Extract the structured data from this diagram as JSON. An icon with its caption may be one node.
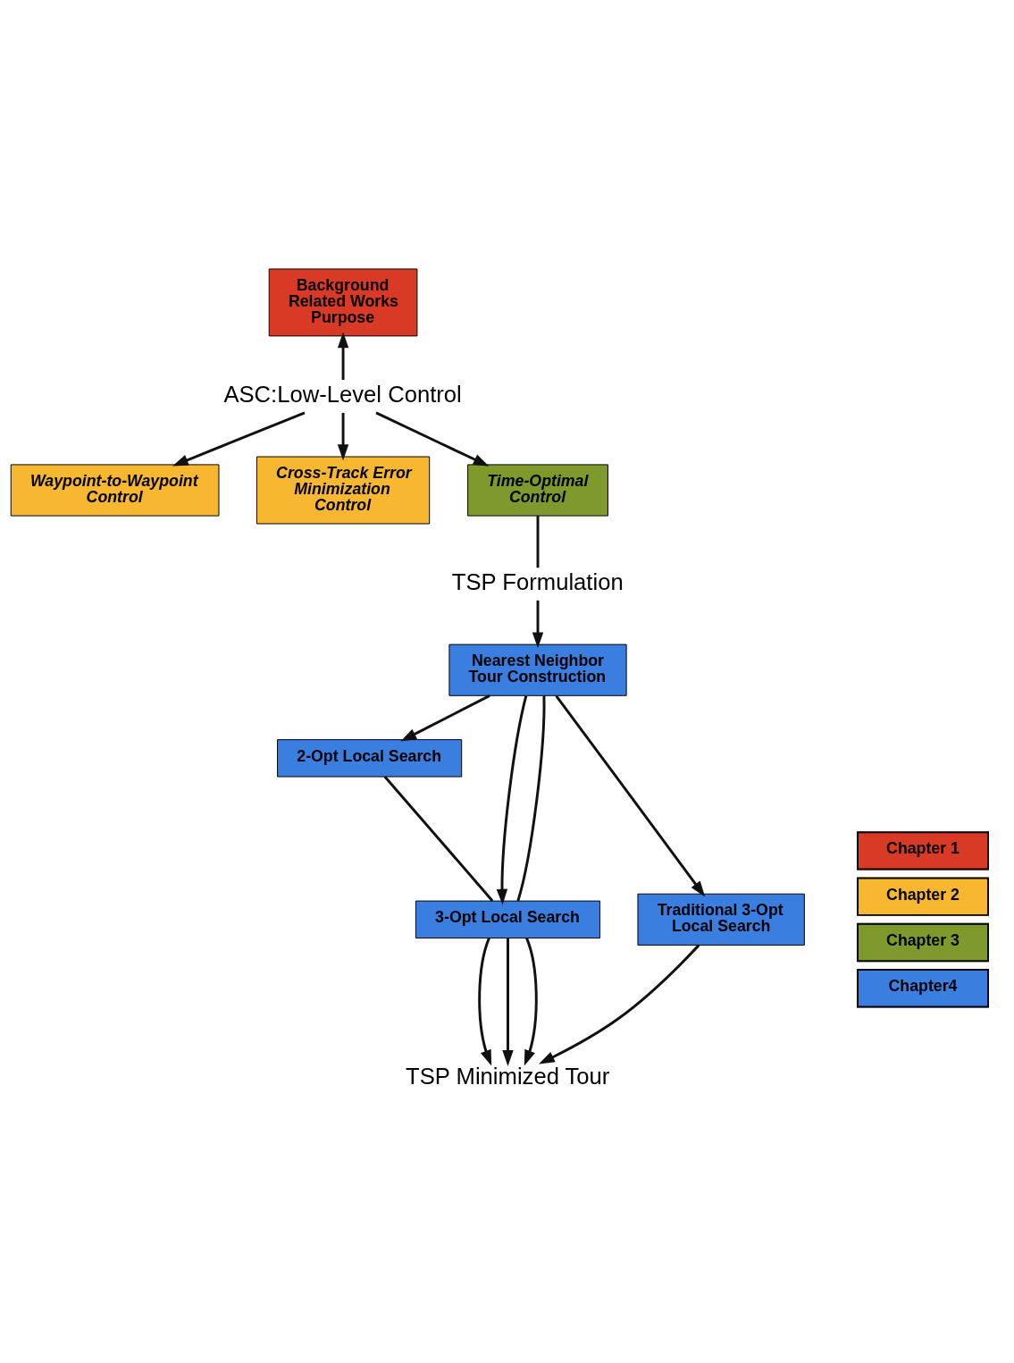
{
  "diagram": {
    "nodes": [
      {
        "text": [
          "Background",
          "Related Works",
          "Purpose"
        ]
      },
      {
        "text": [
          "ASC:Low-Level Control"
        ]
      },
      {
        "text": [
          "Waypoint-to-Waypoint Control"
        ]
      },
      {
        "text": [
          "Cross-Track Error Minimization Control"
        ]
      },
      {
        "text": [
          "Time-Optimal Control"
        ]
      },
      {
        "text": [
          "TSP Formulation"
        ]
      },
      {
        "text": [
          "Nearest Neighbor Tour Construction"
        ]
      },
      {
        "text": [
          "2-Opt Local Search"
        ]
      },
      {
        "text": [
          "3-Opt Local Search"
        ]
      },
      {
        "text": [
          "Traditional 3-Opt Local Search"
        ]
      },
      {
        "text": [
          "TSP Minimized Tour"
        ]
      }
    ],
    "edges": [
      {
        "from": 1,
        "to": 0,
        "arrow": "to"
      },
      {
        "from": 1,
        "to": 2,
        "arrow": "to"
      },
      {
        "from": 1,
        "to": 3,
        "arrow": "to"
      },
      {
        "from": 1,
        "to": 4,
        "arrow": "to"
      },
      {
        "from": 4,
        "to": 5,
        "arrow": "none"
      },
      {
        "from": 5,
        "to": 6,
        "arrow": "to"
      },
      {
        "from": 6,
        "to": 7,
        "arrow": "to"
      },
      {
        "from": 6,
        "to": 8,
        "arrow": "to"
      },
      {
        "from": 8,
        "to": 6,
        "arrow": "none"
      },
      {
        "from": 6,
        "to": 9,
        "arrow": "to"
      },
      {
        "from": 7,
        "to": 8,
        "arrow": "none"
      },
      {
        "from": 8,
        "to": 10,
        "arrow": "to"
      },
      {
        "from": 8,
        "to": 10,
        "arrow": "to"
      },
      {
        "from": 8,
        "to": 10,
        "arrow": "to"
      },
      {
        "from": 9,
        "to": 10,
        "arrow": "to"
      }
    ],
    "legend": [
      {
        "text": "Chapter 1",
        "color": "#d93a26"
      },
      {
        "text": "Chapter 2",
        "color": "#f7b731"
      },
      {
        "text": "Chapter 3",
        "color": "#7f9a2c"
      },
      {
        "text": "Chapter4",
        "color": "#3a7ee0"
      }
    ]
  }
}
